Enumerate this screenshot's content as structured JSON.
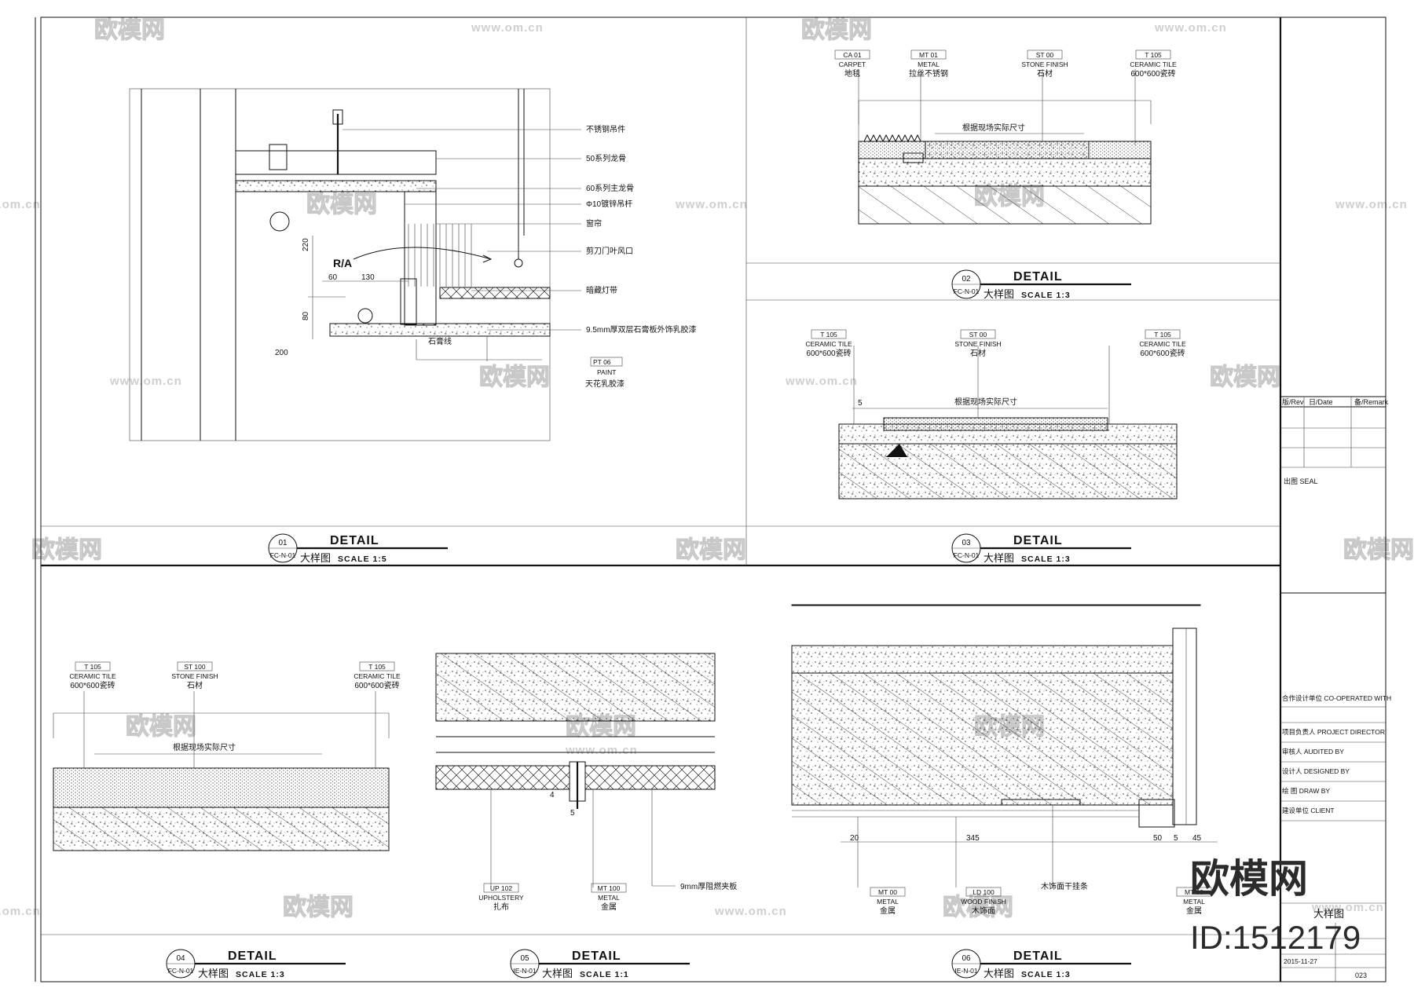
{
  "details": [
    {
      "num": "01",
      "ref": "FC-N-01",
      "title": "DETAIL",
      "subtitle": "大样图",
      "scale": "SCALE 1:5"
    },
    {
      "num": "02",
      "ref": "FC-N-01",
      "title": "DETAIL",
      "subtitle": "大样图",
      "scale": "SCALE 1:3"
    },
    {
      "num": "03",
      "ref": "FC-N-01",
      "title": "DETAIL",
      "subtitle": "大样图",
      "scale": "SCALE 1:3"
    },
    {
      "num": "04",
      "ref": "FC-N-01",
      "title": "DETAIL",
      "subtitle": "大样图",
      "scale": "SCALE 1:3"
    },
    {
      "num": "05",
      "ref": "IE-N-01",
      "title": "DETAIL",
      "subtitle": "大样图",
      "scale": "SCALE 1:1"
    },
    {
      "num": "06",
      "ref": "IE-N-01",
      "title": "DETAIL",
      "subtitle": "大样图",
      "scale": "SCALE 1:3"
    }
  ],
  "d1": {
    "notes": [
      "不锈钢吊件",
      "50系列龙骨",
      "60系列主龙骨",
      "Φ10镀锌吊杆",
      "窗帘",
      "剪刀门叶风口",
      "暗藏灯带",
      "9.5mm厚双层石膏板外饰乳胶漆",
      "石膏线"
    ],
    "dims": [
      "220",
      "80",
      "130",
      "200",
      "60"
    ],
    "ra": "R/A",
    "tag": {
      "code": "PT 06",
      "en": "PAINT",
      "cn": "天花乳胶漆"
    }
  },
  "d2": {
    "tags": [
      {
        "code": "CA 01",
        "en": "CARPET",
        "cn": "地毯"
      },
      {
        "code": "MT 01",
        "en": "METAL",
        "cn": "拉丝不锈钢"
      },
      {
        "code": "ST 00",
        "en": "STONE FINISH",
        "cn": "石材"
      },
      {
        "code": "T 105",
        "en": "CERAMIC TILE",
        "cn": "600*600瓷砖"
      }
    ],
    "dim": "根据现场实际尺寸"
  },
  "d3": {
    "tags": [
      {
        "code": "T 105",
        "en": "CERAMIC TILE",
        "cn": "600*600瓷砖"
      },
      {
        "code": "ST 00",
        "en": "STONE FINISH",
        "cn": "石材"
      },
      {
        "code": "T 105",
        "en": "CERAMIC TILE",
        "cn": "600*600瓷砖"
      }
    ],
    "dim": "根据现场实际尺寸",
    "dim_s": "5"
  },
  "d4": {
    "tags": [
      {
        "code": "T 105",
        "en": "CERAMIC TILE",
        "cn": "600*600瓷砖"
      },
      {
        "code": "ST 100",
        "en": "STONE FINISH",
        "cn": "石材"
      },
      {
        "code": "T 105",
        "en": "CERAMIC TILE",
        "cn": "600*600瓷砖"
      }
    ],
    "dim": "根据现场实际尺寸"
  },
  "d5": {
    "tags": [
      {
        "code": "UP 102",
        "en": "UPHOLSTERY",
        "cn": "扎布"
      },
      {
        "code": "MT 100",
        "en": "METAL",
        "cn": "金属"
      }
    ],
    "note": "9mm厚阻燃夹板",
    "dims": [
      "4",
      "5"
    ]
  },
  "d6": {
    "tags": [
      {
        "code": "MT 00",
        "en": "METAL",
        "cn": "金属"
      },
      {
        "code": "LD 100",
        "en": "WOOD FINISH",
        "cn": "木饰面"
      },
      {
        "code": "MT 00",
        "en": "METAL",
        "cn": "金属"
      }
    ],
    "note": "木饰面干挂条",
    "dims": [
      "20",
      "345",
      "50",
      "5",
      "45"
    ]
  },
  "titleblock": {
    "rev_header": [
      "版/Rev",
      "日/Date",
      "备/Remark"
    ],
    "seal": "出图 SEAL",
    "rows": [
      "合作设计单位 CO-OPERATED WITH",
      "项目负责人 PROJECT DIRECTOR",
      "审核人 AUDITED BY",
      "设计人 DESIGNED BY",
      "绘 图 DRAW BY",
      "建设单位 CLIENT"
    ],
    "drawing_name": "大样图",
    "date": "2015-11-27",
    "sheet_no": "023"
  },
  "watermark": {
    "logo": "欧模网",
    "url": "www.om.cn"
  },
  "brand": {
    "name": "欧模网",
    "id": "ID:1512179"
  }
}
